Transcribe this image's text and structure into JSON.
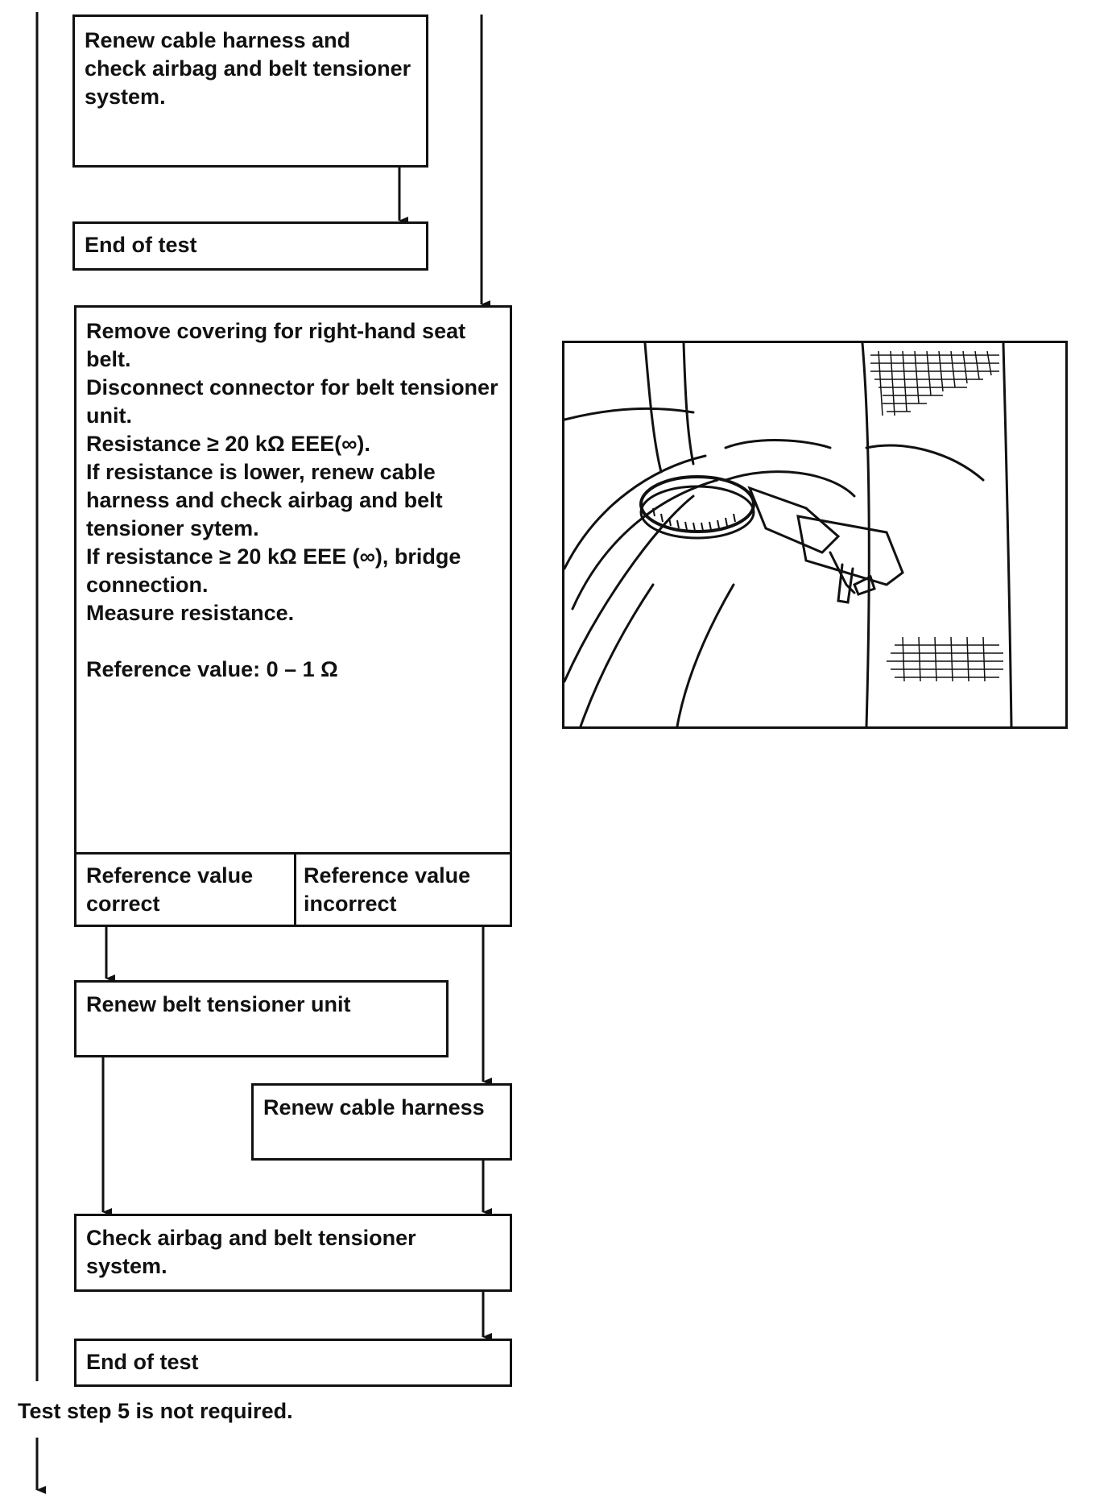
{
  "flow": {
    "box_renew_harness_top": "Renew cable harness and\ncheck airbag and belt tensioner\nsystem.",
    "box_end_test_top": "End of test",
    "box_main_procedure": "Remove covering for right-hand seat\nbelt.\nDisconnect connector for belt tensioner\nunit.\nResistance  ≥  20 kΩ EEE(∞).\nIf resistance is lower, renew cable\nharness and check airbag and belt\ntensioner sytem.\nIf resistance  ≥  20 kΩ EEE (∞), bridge\nconnection.\nMeasure resistance.\n\nReference value: 0 – 1 Ω",
    "branch_correct": "Reference value\ncorrect",
    "branch_incorrect": "Reference value\nincorrect",
    "box_renew_tensioner": "Renew belt tensioner unit",
    "box_renew_cable": "Renew cable harness",
    "box_check_system": "Check airbag and belt tensioner\nsystem.",
    "box_end_test_bottom": "End of test",
    "footer_note": "Test step 5 is not required."
  }
}
